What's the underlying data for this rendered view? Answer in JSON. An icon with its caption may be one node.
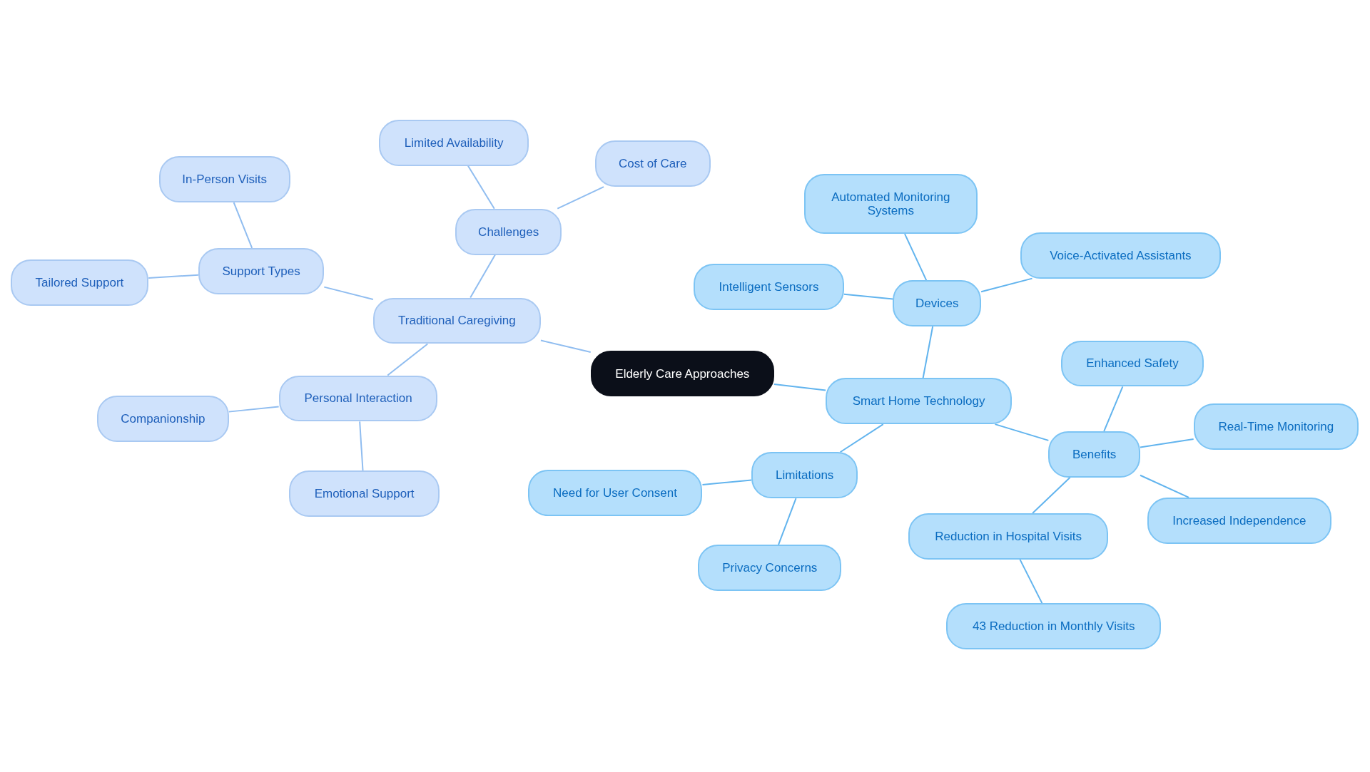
{
  "diagram": {
    "nodes": [
      {
        "text": [
          "Elderly Care Approaches"
        ]
      },
      {
        "text": [
          "Traditional Caregiving"
        ]
      },
      {
        "text": [
          "Challenges"
        ]
      },
      {
        "text": [
          "Limited Availability"
        ]
      },
      {
        "text": [
          "Cost of Care"
        ]
      },
      {
        "text": [
          "Support Types"
        ]
      },
      {
        "text": [
          "In-Person Visits"
        ]
      },
      {
        "text": [
          "Tailored Support"
        ]
      },
      {
        "text": [
          "Personal Interaction"
        ]
      },
      {
        "text": [
          "Companionship"
        ]
      },
      {
        "text": [
          "Emotional Support"
        ]
      },
      {
        "text": [
          "Smart Home Technology"
        ]
      },
      {
        "text": [
          "Devices"
        ]
      },
      {
        "text": [
          "Automated Monitoring Systems"
        ]
      },
      {
        "text": [
          "Intelligent Sensors"
        ]
      },
      {
        "text": [
          "Voice-Activated Assistants"
        ]
      },
      {
        "text": [
          "Benefits"
        ]
      },
      {
        "text": [
          "Enhanced Safety"
        ]
      },
      {
        "text": [
          "Real-Time Monitoring"
        ]
      },
      {
        "text": [
          "Increased Independence"
        ]
      },
      {
        "text": [
          "Reduction in Hospital Visits"
        ]
      },
      {
        "text": [
          "43 Reduction in Monthly Visits"
        ]
      },
      {
        "text": [
          "Limitations"
        ]
      },
      {
        "text": [
          "Need for User Consent"
        ]
      },
      {
        "text": [
          "Privacy Concerns"
        ]
      }
    ],
    "edges": [
      {
        "from": 0,
        "to": 1,
        "arrow": "none",
        "color": "#90bdf0"
      },
      {
        "from": 1,
        "to": 2,
        "arrow": "none",
        "color": "#90bdf0"
      },
      {
        "from": 2,
        "to": 3,
        "arrow": "none",
        "color": "#90bdf0"
      },
      {
        "from": 2,
        "to": 4,
        "arrow": "none",
        "color": "#90bdf0"
      },
      {
        "from": 1,
        "to": 5,
        "arrow": "none",
        "color": "#90bdf0"
      },
      {
        "from": 5,
        "to": 6,
        "arrow": "none",
        "color": "#90bdf0"
      },
      {
        "from": 5,
        "to": 7,
        "arrow": "none",
        "color": "#90bdf0"
      },
      {
        "from": 1,
        "to": 8,
        "arrow": "none",
        "color": "#90bdf0"
      },
      {
        "from": 8,
        "to": 9,
        "arrow": "none",
        "color": "#90bdf0"
      },
      {
        "from": 8,
        "to": 10,
        "arrow": "none",
        "color": "#90bdf0"
      },
      {
        "from": 0,
        "to": 11,
        "arrow": "none"
      },
      {
        "from": 11,
        "to": 12,
        "arrow": "none"
      },
      {
        "from": 12,
        "to": 13,
        "arrow": "none"
      },
      {
        "from": 12,
        "to": 14,
        "arrow": "none"
      },
      {
        "from": 12,
        "to": 15,
        "arrow": "none"
      },
      {
        "from": 11,
        "to": 16,
        "arrow": "none"
      },
      {
        "from": 16,
        "to": 17,
        "arrow": "none"
      },
      {
        "from": 16,
        "to": 18,
        "arrow": "none"
      },
      {
        "from": 16,
        "to": 19,
        "arrow": "none"
      },
      {
        "from": 16,
        "to": 20,
        "arrow": "none"
      },
      {
        "from": 20,
        "to": 21,
        "arrow": "none"
      },
      {
        "from": 11,
        "to": 22,
        "arrow": "none"
      },
      {
        "from": 22,
        "to": 23,
        "arrow": "none"
      },
      {
        "from": 22,
        "to": 24,
        "arrow": "none"
      }
    ]
  }
}
